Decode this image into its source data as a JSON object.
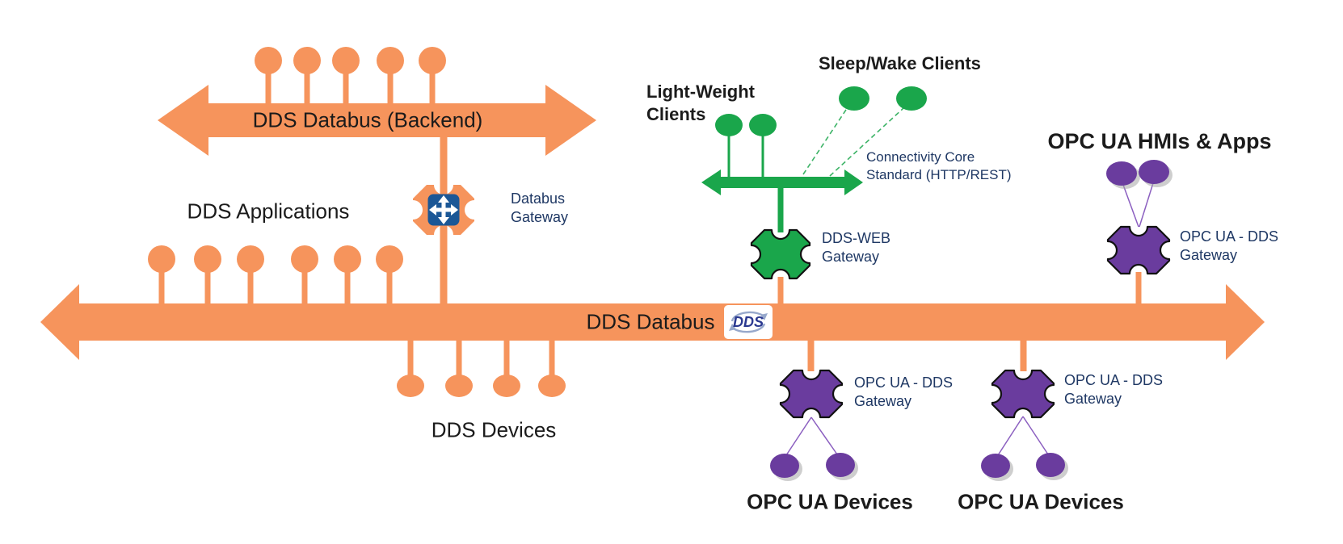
{
  "colors": {
    "orange": "#F6945C",
    "green": "#1AA64B",
    "purple": "#6A3C9E",
    "purple_line": "#8B5FC0",
    "navy_label": "#1F3864",
    "black_label": "#1B1B1B",
    "gateway_blue": "#1B5796",
    "logo_blue": "#2B3990",
    "logo_swirl": "#97A8CB",
    "outline": "#111111",
    "shadow": "#A6A6A6"
  },
  "backend_bus": {
    "label": "DDS Databus (Backend)",
    "node_count": 5
  },
  "dds_applications": {
    "label": "DDS Applications",
    "node_count": 6
  },
  "databus_gateway": {
    "line1": "Databus",
    "line2": "Gateway"
  },
  "main_bus": {
    "label": "DDS Databus",
    "logo_text": "DDS"
  },
  "dds_devices": {
    "label": "DDS Devices",
    "node_count": 4
  },
  "web_section": {
    "light_weight_clients": {
      "line1": "Light-Weight",
      "line2": "Clients",
      "node_count": 2
    },
    "sleep_wake_clients": {
      "label": "Sleep/Wake Clients",
      "node_count": 2
    },
    "connectivity_core": {
      "line1": "Connectivity Core",
      "line2": "Standard (HTTP/REST)"
    },
    "dds_web_gateway": {
      "line1": "DDS-WEB",
      "line2": "Gateway"
    }
  },
  "opc_section": {
    "hmis_title": "OPC UA HMIs & Apps",
    "gateway_right": {
      "line1": "OPC UA - DDS",
      "line2": "Gateway",
      "hmi_node_count": 2
    },
    "gateway_bottom_1": {
      "line1": "OPC UA - DDS",
      "line2": "Gateway",
      "devices_label": "OPC UA Devices",
      "device_count": 2
    },
    "gateway_bottom_2": {
      "line1": "OPC UA - DDS",
      "line2": "Gateway",
      "devices_label": "OPC UA Devices",
      "device_count": 2
    }
  }
}
